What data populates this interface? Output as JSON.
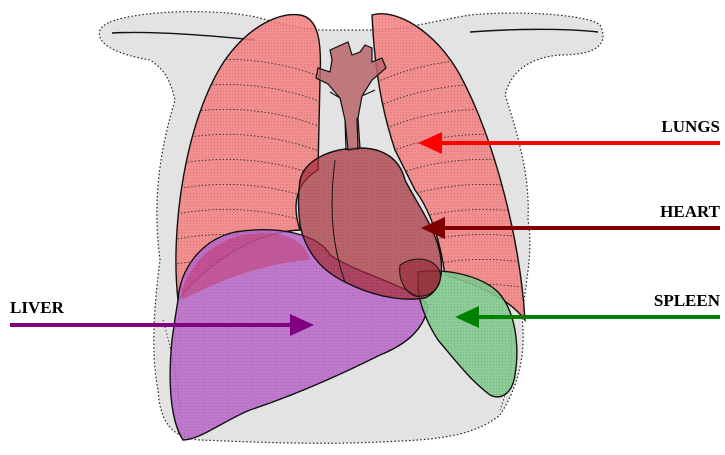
{
  "labels": {
    "lungs": "LUNGS",
    "heart": "HEART",
    "liver": "LIVER",
    "spleen": "SPLEEN"
  },
  "colors": {
    "lungs": "#f03c3c",
    "heart": "#8b1a1a",
    "liver": "#9b2fae",
    "spleen": "#2ea84a",
    "lungs_arrow": "#ff0000",
    "heart_arrow": "#800000",
    "liver_arrow": "#800080",
    "spleen_arrow": "#008000"
  }
}
